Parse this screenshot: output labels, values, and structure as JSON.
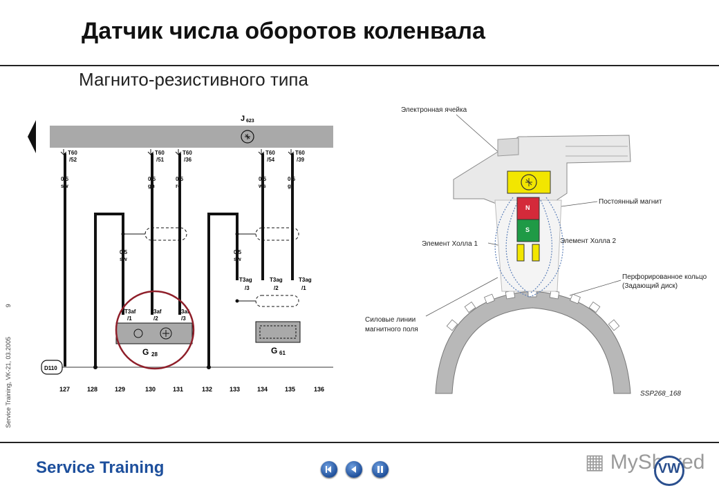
{
  "header": {
    "title": "Датчик числа оборотов коленвала",
    "subtitle": "Магнито-резистивного типа"
  },
  "side_meta": {
    "text": "Service Training, VK-21, 03.2005",
    "page": "9"
  },
  "circuit": {
    "control_unit": "J",
    "control_unit_sub": "623",
    "wires": [
      {
        "pin": "T60",
        "pin_no": "/52",
        "gauge": "0,5",
        "color": "sw"
      },
      {
        "pin": "T60",
        "pin_no": "/51",
        "gauge": "0,5",
        "color": "gn"
      },
      {
        "pin": "T60",
        "pin_no": "/36",
        "gauge": "0,5",
        "color": "ro"
      },
      {
        "pin": "T60",
        "pin_no": "/54",
        "gauge": "0,5",
        "color": "ws"
      },
      {
        "pin": "T60",
        "pin_no": "/39",
        "gauge": "0,5",
        "color": "ge"
      }
    ],
    "shield_wire_1": {
      "gauge": "0,5",
      "color": "sw"
    },
    "shield_wire_2": {
      "gauge": "0,5",
      "color": "sw"
    },
    "connector_g28": [
      "T3af",
      "/1",
      "3af",
      "/2",
      "3af",
      "/3"
    ],
    "connector_g61": [
      {
        "pin": "T3ag",
        "no": "/3"
      },
      {
        "pin": "T3ag",
        "no": "/2"
      },
      {
        "pin": "T3ag",
        "no": "/1"
      }
    ],
    "sensor_g28": "G",
    "sensor_g28_sub": "28",
    "sensor_g61": "G",
    "sensor_g61_sub": "61",
    "ground": "D110",
    "bottom_numbers": [
      "127",
      "128",
      "129",
      "130",
      "131",
      "132",
      "133",
      "134",
      "135",
      "136"
    ]
  },
  "illustration": {
    "labels": {
      "cell": "Электронная ячейка",
      "magnet": "Постоянный магнит",
      "hall1": "Элемент Холла 1",
      "hall2": "Элемент Холла 2",
      "ring_line1": "Перфорированное кольцо",
      "ring_line2": "(Задающий диск)",
      "field_line1": "Силовые линии",
      "field_line2": "магнитного поля",
      "ref": "SSP268_168",
      "magnet_n": "N",
      "magnet_s": "S"
    },
    "colors": {
      "housing": "#eeeeee",
      "cell": "#f2e600",
      "magnet_n": "#d42a3a",
      "magnet_s": "#1f9a46",
      "hall": "#f2e600"
    }
  },
  "footer": {
    "brand": "Service Training",
    "watermark": "MyShared",
    "logo": "VW"
  }
}
